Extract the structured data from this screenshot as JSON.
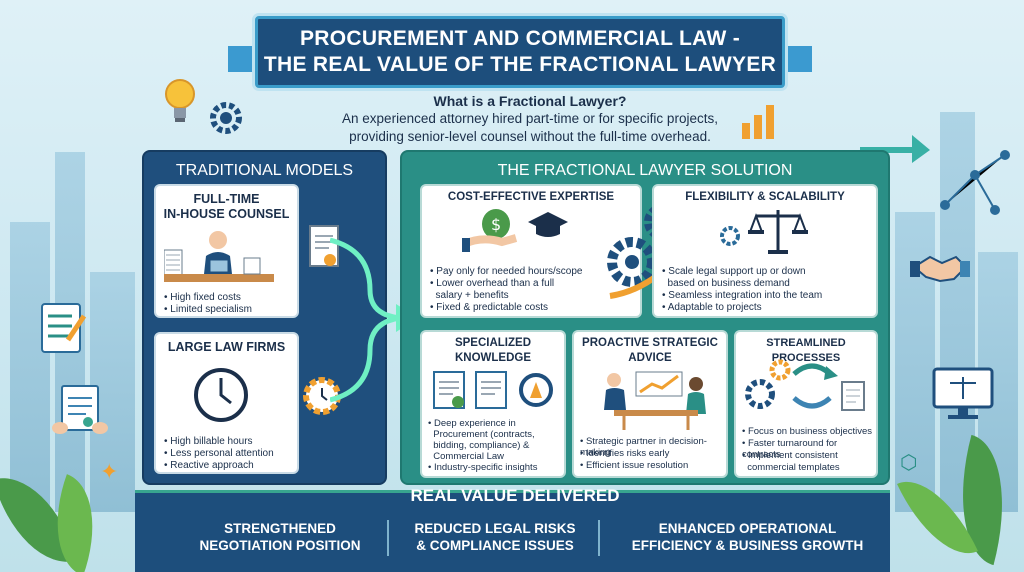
{
  "title": {
    "line1": "PROCUREMENT AND COMMERCIAL LAW -",
    "line2": "THE REAL VALUE OF THE FRACTIONAL LAWYER"
  },
  "definition": {
    "question": "What is a Fractional Lawyer?",
    "answer_line1": "An experienced attorney hired part-time or for specific projects,",
    "answer_line2": "providing senior-level counsel without the full-time overhead."
  },
  "traditional": {
    "heading": "TRADITIONAL MODELS",
    "inhouse": {
      "title_line1": "FULL-TIME",
      "title_line2": "IN-HOUSE COUNSEL",
      "bullets": [
        "• High fixed costs",
        "• Limited specialism"
      ]
    },
    "lawfirms": {
      "title": "LARGE LAW FIRMS",
      "bullets": [
        "• High billable hours",
        "• Less personal attention",
        "• Reactive approach"
      ]
    }
  },
  "fractional": {
    "heading": "THE FRACTIONAL LAWYER SOLUTION",
    "cost": {
      "title": "COST-EFFECTIVE EXPERTISE",
      "bullets": [
        "• Pay only for needed hours/scope",
        "• Lower overhead than a full",
        "  salary + benefits",
        "• Fixed & predictable costs"
      ]
    },
    "flex": {
      "title": "FLEXIBILITY & SCALABILITY",
      "bullets": [
        "• Scale legal support up or down",
        "  based on business demand",
        "• Seamless integration into the team",
        "• Adaptable to projects"
      ]
    },
    "special": {
      "title_line1": "SPECIALIZED",
      "title_line2": "KNOWLEDGE",
      "bullets": [
        "• Deep experience in",
        "  Procurement (contracts,",
        "  bidding, compliance) &",
        "  Commercial Law",
        "• Industry-specific insights"
      ]
    },
    "proactive": {
      "title_line1": "PROACTIVE STRATEGIC",
      "title_line2": "ADVICE",
      "bullets": [
        "• Strategic partner in decision-making",
        "• Identifies risks early",
        "• Efficient issue resolution"
      ]
    },
    "stream": {
      "title": "STREAMLINED PROCESSES",
      "bullets": [
        "• Focus on business objectives",
        "• Faster turnaround for contracts",
        "• Implement consistent",
        "  commercial templates"
      ]
    }
  },
  "value": {
    "heading": "REAL VALUE DELIVERED",
    "items": [
      {
        "line1": "STRENGTHENED",
        "line2": "NEGOTIATION POSITION"
      },
      {
        "line1": "REDUCED LEGAL RISKS",
        "line2": "& COMPLIANCE ISSUES"
      },
      {
        "line1": "ENHANCED OPERATIONAL",
        "line2": "EFFICIENCY & BUSINESS GROWTH"
      }
    ]
  },
  "colors": {
    "navy": "#1d4e7c",
    "teal": "#2a8f86",
    "accent_green": "#38a58f",
    "accent_orange": "#f0a030"
  }
}
